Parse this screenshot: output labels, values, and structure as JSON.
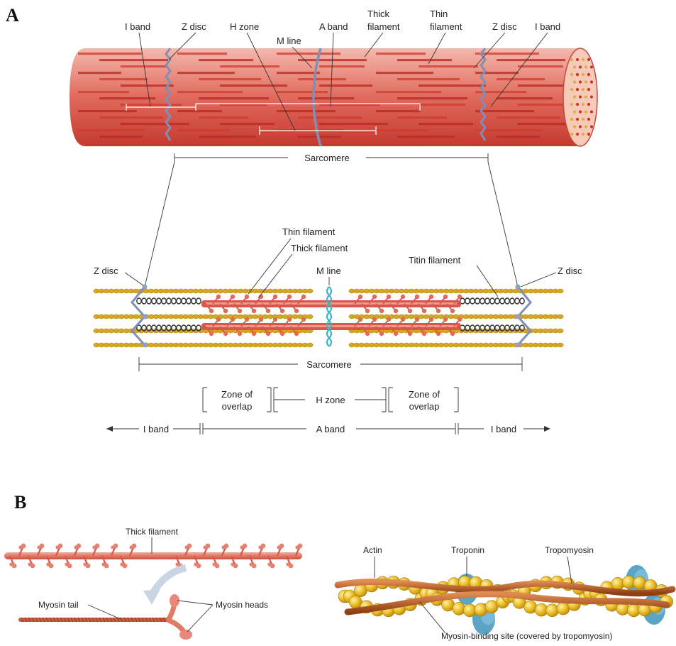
{
  "panel_a": {
    "letter": "A",
    "fiber_labels": {
      "i_band_left": "I band",
      "z_disc_left": "Z disc",
      "h_zone": "H zone",
      "m_line": "M line",
      "a_band": "A band",
      "thick_filament": [
        "Thick",
        "filament"
      ],
      "thin_filament": [
        "Thin",
        "filament"
      ],
      "z_disc_right": "Z disc",
      "i_band_right": "I band",
      "sarcomere": "Sarcomere"
    },
    "sarcomere_labels": {
      "thin_filament": "Thin filament",
      "thick_filament": "Thick filament",
      "m_line": "M line",
      "titin_filament": "Titin filament",
      "z_disc_left": "Z disc",
      "z_disc_right": "Z disc",
      "sarcomere": "Sarcomere",
      "zone_of_overlap_left": [
        "Zone of",
        "overlap"
      ],
      "h_zone": "H zone",
      "zone_of_overlap_right": [
        "Zone of",
        "overlap"
      ],
      "i_band_left": "I band",
      "a_band": "A band",
      "i_band_right": "I band"
    }
  },
  "panel_b": {
    "letter": "B",
    "labels": {
      "thick_filament": "Thick filament",
      "myosin_tail": "Myosin tail",
      "myosin_heads": "Myosin heads",
      "actin": "Actin",
      "troponin": "Troponin",
      "tropomyosin": "Tropomyosin",
      "myosin_binding_site": "Myosin-binding site (covered by tropomyosin)"
    }
  },
  "colors": {
    "muscle_red": "#d9463a",
    "muscle_light": "#f2b5a8",
    "z_disc": "#7f8fb5",
    "actin_gold": "#e8b820",
    "titin": "#333333",
    "m_line": "#3fb6c3",
    "tropomyosin": "#b5531f",
    "troponin": "#4a9ac0",
    "thick_filament": "#e07a66"
  }
}
